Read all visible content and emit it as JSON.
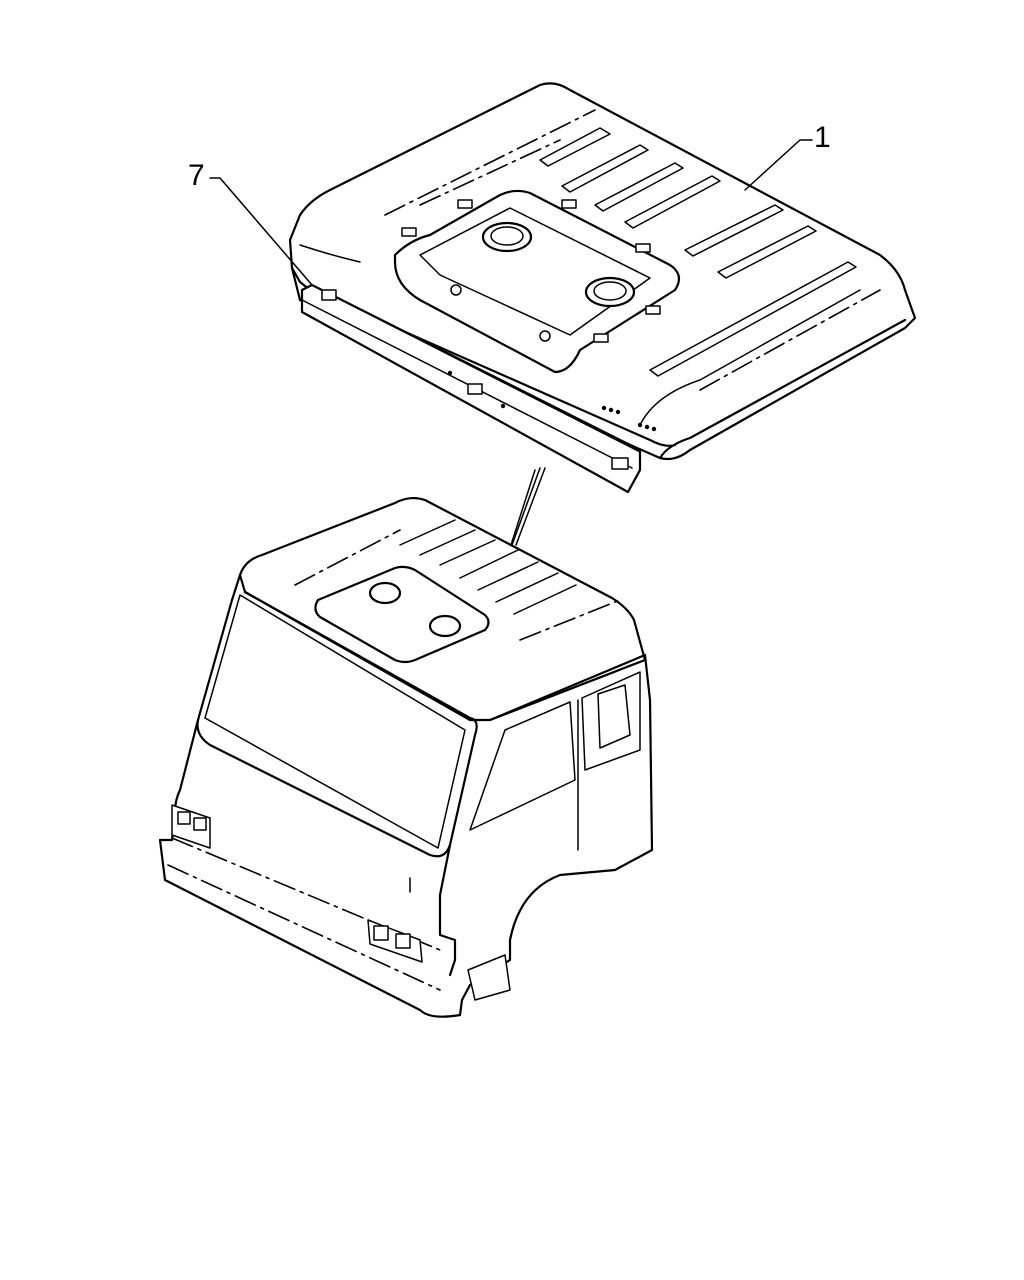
{
  "callouts": [
    {
      "id": "roof-panel",
      "label": "1"
    },
    {
      "id": "front-header-rail",
      "label": "7"
    }
  ],
  "colors": {
    "line": "#000000",
    "background": "#ffffff"
  }
}
